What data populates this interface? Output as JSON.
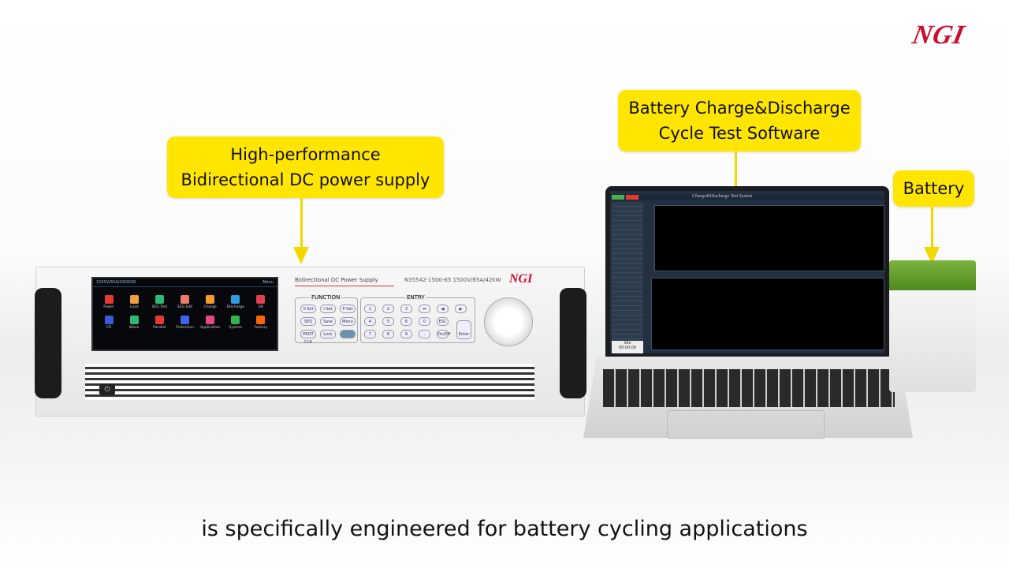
{
  "logo": "NGI",
  "callouts": {
    "power_supply": [
      "High-performance",
      "Bidirectional DC power supply"
    ],
    "software": [
      "Battery Charge&Discharge",
      "Cycle Test Software"
    ],
    "battery": "Battery"
  },
  "device": {
    "name": "Bidirectional DC Power Supply",
    "model": "N35542-1500-65 1500V/65A/42kW",
    "brand": "NGI",
    "screen_header": "1500V/65A/42000W",
    "screen_menu": "Menu",
    "apps": [
      {
        "label": "Power",
        "color": "#e53935"
      },
      {
        "label": "Load",
        "color": "#f0a040"
      },
      {
        "label": "SEQ Test",
        "color": "#2eb872"
      },
      {
        "label": "SEQ Edit",
        "color": "#ef7b6b"
      },
      {
        "label": "Charge",
        "color": "#f29b30"
      },
      {
        "label": "Discharge",
        "color": "#2a9ee0"
      },
      {
        "label": "SR",
        "color": "#e04050"
      },
      {
        "label": "CR",
        "color": "#3b5bdb"
      },
      {
        "label": "Wave",
        "color": "#2eb872"
      },
      {
        "label": "Parallel",
        "color": "#e53935"
      },
      {
        "label": "Protection",
        "color": "#4263eb"
      },
      {
        "label": "Application",
        "color": "#e64980"
      },
      {
        "label": "System",
        "color": "#37b24d"
      },
      {
        "label": "Factory",
        "color": "#f76707"
      }
    ],
    "function_label": "FUNCTION",
    "entry_label": "ENTRY",
    "function_keys": [
      "V-Set",
      "I-Set",
      "P-Set",
      "SEQ",
      "Save",
      "Menu",
      "PROT CLR",
      "Lock",
      ""
    ],
    "entry_keys": [
      "1",
      "2",
      "3",
      "⬅",
      "◀",
      "▶",
      "4",
      "5",
      "6",
      "0",
      "ESC",
      "7",
      "8",
      "9",
      ".",
      "On/Off"
    ],
    "enter_key": "Enter"
  },
  "software": {
    "title": "Charge&Discharge Test System",
    "status": "Idle",
    "timer": "00:00:00"
  },
  "subtitle": "is specifically engineered for battery cycling applications"
}
